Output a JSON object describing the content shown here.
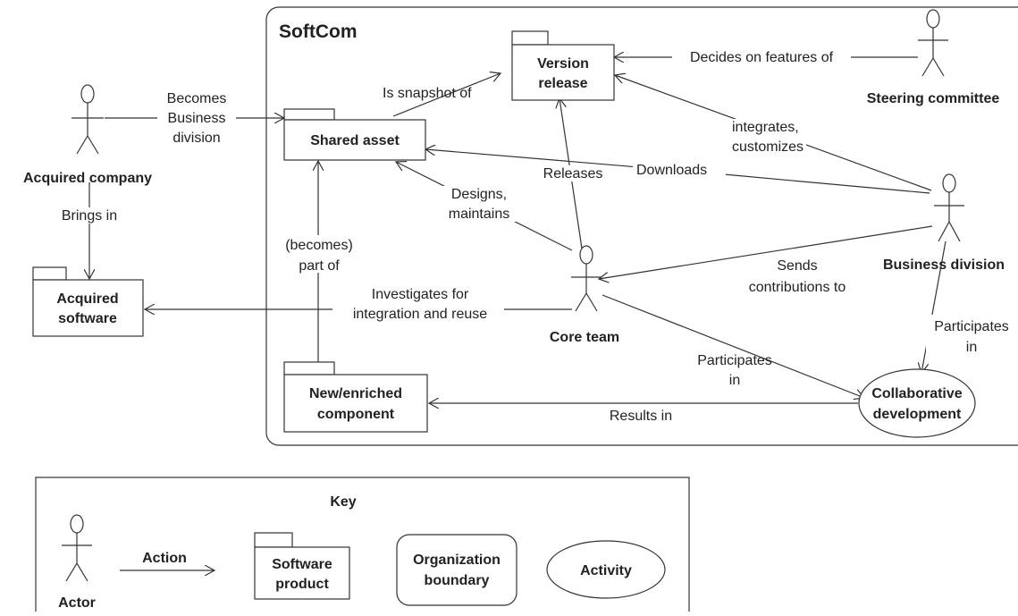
{
  "org_title": "SoftCom",
  "products": {
    "version_release": [
      "Version",
      "release"
    ],
    "shared_asset": "Shared asset",
    "acquired_software": [
      "Acquired",
      "software"
    ],
    "new_component": [
      "New/enriched",
      "component"
    ]
  },
  "actors": {
    "acquired_company": "Acquired company",
    "steering_committee": "Steering committee",
    "business_division": "Business division",
    "core_team": "Core team"
  },
  "activities": {
    "collaborative_development": [
      "Collaborative",
      "development"
    ]
  },
  "edge_labels": {
    "becomes_business_division": [
      "Becomes",
      "Business",
      "division"
    ],
    "is_snapshot_of": "Is snapshot of",
    "decides_on_features_of": "Decides on features of",
    "integrates_customizes": [
      "integrates,",
      "customizes"
    ],
    "downloads": "Downloads",
    "releases": "Releases",
    "designs_maintains": [
      "Designs,",
      "maintains"
    ],
    "brings_in": "Brings in",
    "becomes_part_of": [
      "(becomes)",
      "part of"
    ],
    "sends_contributions_to": [
      "Sends",
      "contributions to"
    ],
    "investigates": [
      "Investigates for",
      "integration and reuse"
    ],
    "participates_core": [
      "Participates",
      "in"
    ],
    "participates_business": [
      "Participates",
      "in"
    ],
    "results_in": "Results in"
  },
  "key": {
    "title": "Key",
    "actor": "Actor",
    "action": "Action",
    "software_product": [
      "Software",
      "product"
    ],
    "organization_boundary": [
      "Organization",
      "boundary"
    ],
    "activity": "Activity"
  }
}
